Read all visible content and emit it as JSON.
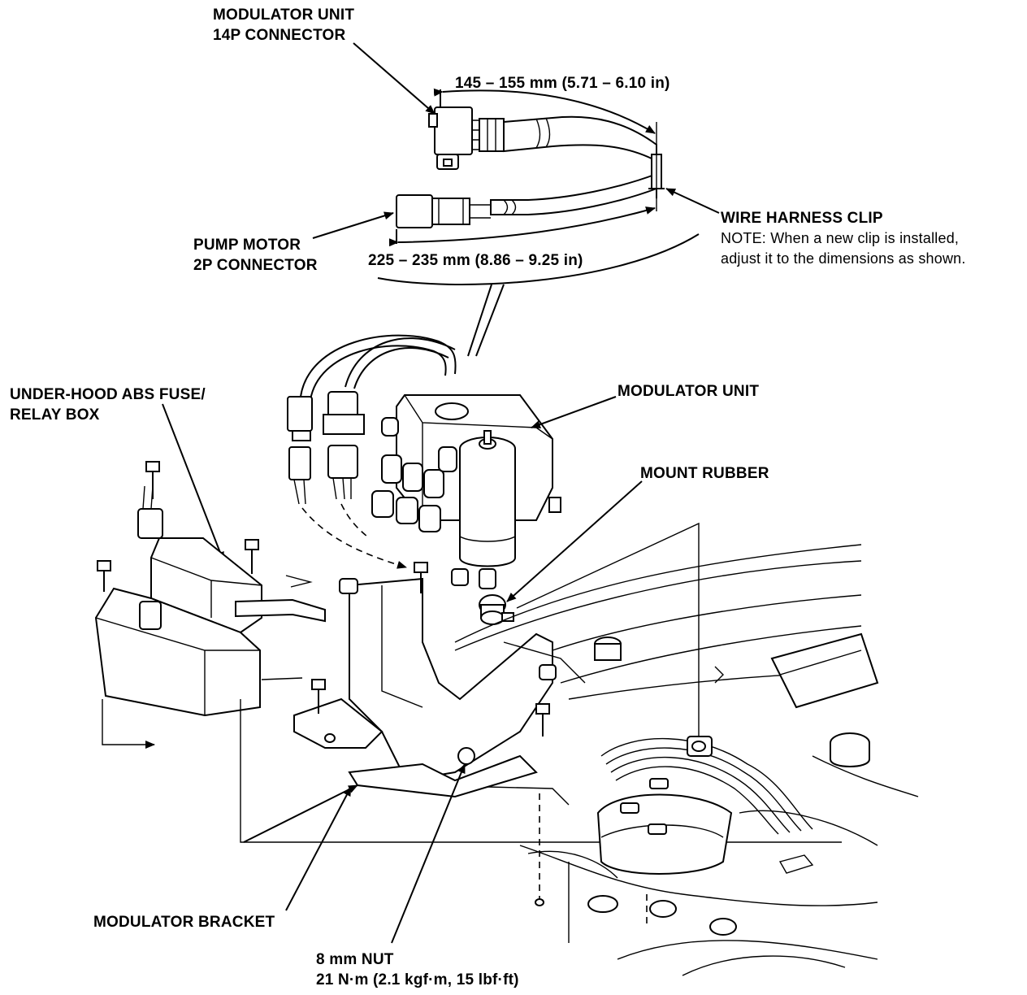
{
  "labels": {
    "modulator_connector": [
      "MODULATOR UNIT",
      "14P CONNECTOR"
    ],
    "dim_upper": "145 – 155 mm (5.71 – 6.10 in)",
    "wire_harness_clip": "WIRE HARNESS CLIP",
    "clip_note": [
      "NOTE:  When a new clip is installed,",
      "adjust it to the dimensions as shown."
    ],
    "pump_connector": [
      "PUMP MOTOR",
      "2P CONNECTOR"
    ],
    "dim_lower": "225 – 235 mm (8.86 – 9.25 in)",
    "fuse_box": [
      "UNDER-HOOD ABS FUSE/",
      "RELAY BOX"
    ],
    "modulator_unit": "MODULATOR UNIT",
    "mount_rubber": "MOUNT RUBBER",
    "modulator_bracket": "MODULATOR BRACKET",
    "nut": [
      "8 mm NUT",
      "21 N·m (2.1 kgf·m, 15 lbf·ft)"
    ]
  }
}
